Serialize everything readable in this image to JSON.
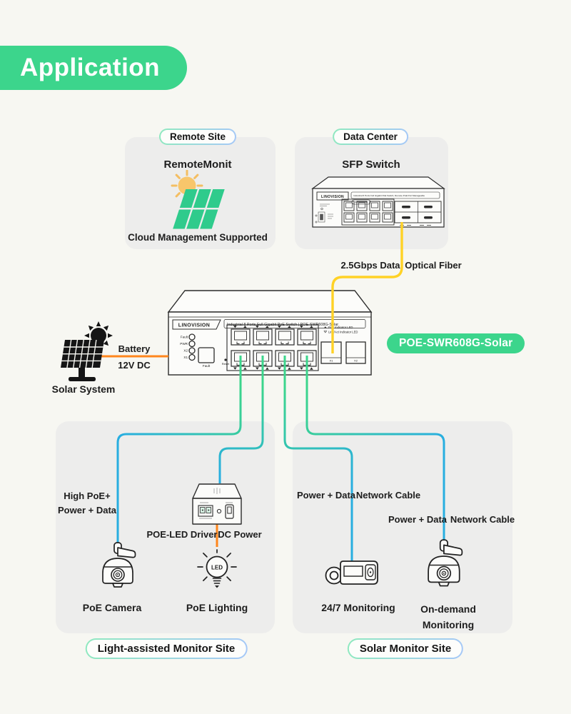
{
  "header": {
    "title": "Application"
  },
  "colors": {
    "accent_green": "#3CD58C",
    "fiber_yellow": "#FFD226",
    "dc_orange": "#FF861C",
    "poe_cyan": "#28AEE0",
    "panel_gray": "#EDEDEC"
  },
  "remote_site": {
    "badge": "Remote Site",
    "app_name": "RemoteMonit",
    "caption": "Cloud Management Supported"
  },
  "data_center": {
    "badge": "Data Center",
    "device_title": "SFP Switch",
    "brand": "LINOVISION",
    "device_desc": "Industrial 8 Ports Full Gigabit PoE Switch, Remote PoE Port Manageable"
  },
  "fiber": {
    "data_label": "2.5Gbps Data",
    "fiber_label": "Optical Fiber"
  },
  "solar": {
    "battery_label": "Battery",
    "voltage_label": "12V DC",
    "caption": "Solar System"
  },
  "switch": {
    "brand": "LINOVISION",
    "panel_text": "Industrial 8 Ports Full Gigabit PoE Switch | POE-SWR608G-Solar",
    "model_badge": "POE-SWR608G-Solar",
    "led_labels": [
      "Fault",
      "PWR",
      "X2",
      "X1"
    ],
    "button_label": "Fault",
    "reset_label": "Reset",
    "poe_note": "PoE Indicator LED",
    "link_note": "Link/Act Indicator LED",
    "sfp1": "X1",
    "sfp2": "X2"
  },
  "left_site": {
    "badge": "Light-assisted Monitor Site",
    "cable_label_1": "High PoE+",
    "cable_label_2": "Power + Data",
    "driver_label": "POE-LED Driver",
    "dc_label": "DC Power",
    "camera_caption": "PoE Camera",
    "light_caption": "PoE Lighting",
    "bulb_text": "LED"
  },
  "right_site": {
    "badge": "Solar Monitor Site",
    "cable1_power": "Power + Data",
    "cable1_type": "Network Cable",
    "cable2_power": "Power + Data",
    "cable2_type": "Network Cable",
    "camera1_caption": "24/7 Monitoring",
    "camera2_caption_1": "On-demand",
    "camera2_caption_2": "Monitoring"
  }
}
